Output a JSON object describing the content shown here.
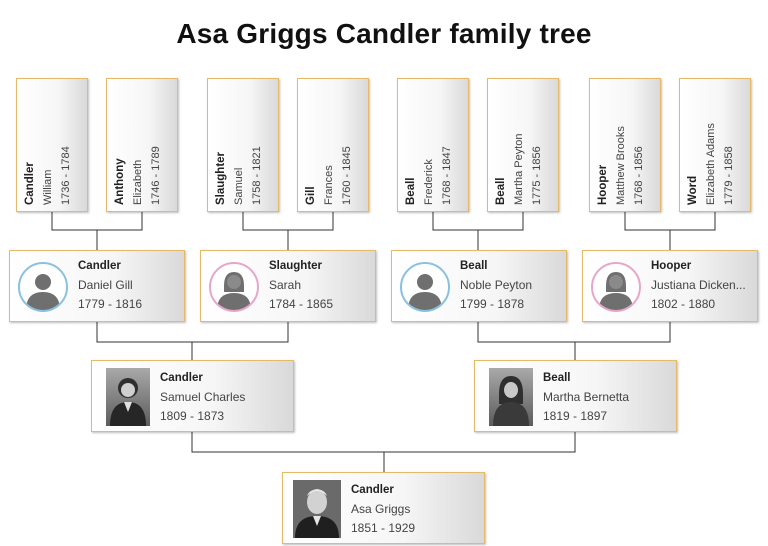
{
  "title": "Asa Griggs Candler family tree",
  "people": [
    {
      "surname": "Candler",
      "given": "William",
      "years": "1736 - 1784"
    },
    {
      "surname": "Anthony",
      "given": "Elizabeth",
      "years": "1746 - 1789"
    },
    {
      "surname": "Slaughter",
      "given": "Samuel",
      "years": "1758 - 1821"
    },
    {
      "surname": "Gill",
      "given": "Frances",
      "years": "1760 - 1845"
    },
    {
      "surname": "Beall",
      "given": "Frederick",
      "years": "1768 - 1847"
    },
    {
      "surname": "Beall",
      "given": "Martha Peyton",
      "years": "1775 - 1856"
    },
    {
      "surname": "Hooper",
      "given": "Matthew Brooks",
      "years": "1768 - 1856"
    },
    {
      "surname": "Word",
      "given": "Elizabeth Adams",
      "years": "1779 - 1858"
    },
    {
      "surname": "Candler",
      "given": "Daniel Gill",
      "years": "1779 - 1816",
      "gender": "male"
    },
    {
      "surname": "Slaughter",
      "given": "Sarah",
      "years": "1784 - 1865",
      "gender": "female"
    },
    {
      "surname": "Beall",
      "given": "Noble Peyton",
      "years": "1799 - 1878",
      "gender": "male"
    },
    {
      "surname": "Hooper",
      "given": "Justiana Dicken...",
      "years": "1802 - 1880",
      "gender": "female"
    },
    {
      "surname": "Candler",
      "given": "Samuel Charles",
      "years": "1809 - 1873"
    },
    {
      "surname": "Beall",
      "given": "Martha Bernetta",
      "years": "1819 - 1897"
    },
    {
      "surname": "Candler",
      "given": "Asa Griggs",
      "years": "1851 - 1929"
    }
  ],
  "colors": {
    "card_border": "#e5b96a",
    "line": "#333333",
    "male_ring": "#8ac0e0",
    "female_ring": "#e7a6c9"
  }
}
